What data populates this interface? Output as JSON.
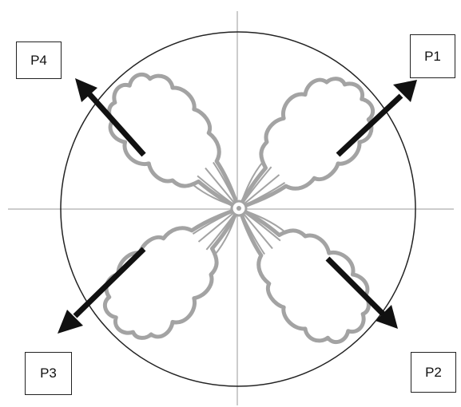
{
  "labels": {
    "p1": "P1",
    "p2": "P2",
    "p3": "P3",
    "p4": "P4"
  },
  "colors": {
    "circle": "#222222",
    "axes": "#9a9a9a",
    "cell_outline": "#a3a3a3",
    "arrow": "#111111"
  }
}
